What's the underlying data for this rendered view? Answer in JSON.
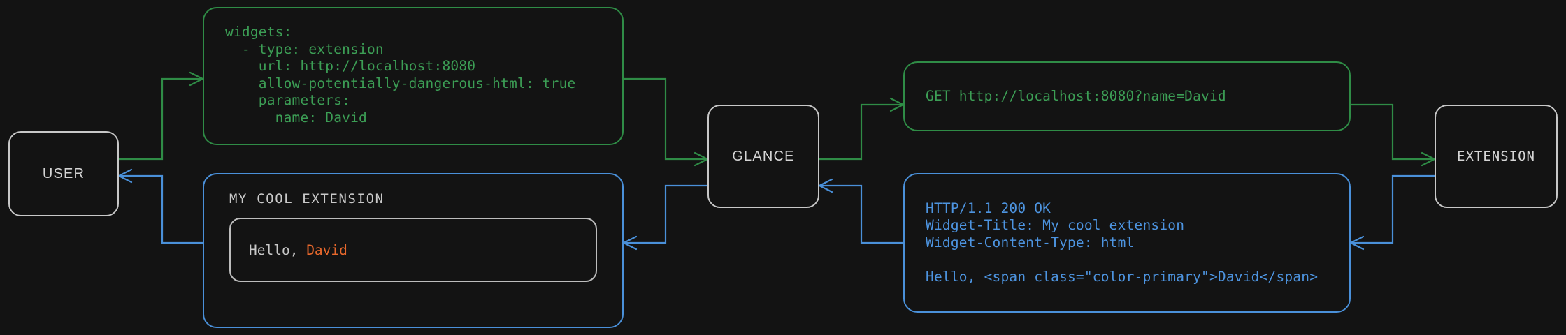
{
  "diagram": {
    "title": "Glance extension widget request/response flow",
    "background": "#131313",
    "colors": {
      "request_green": "#2f8c46",
      "response_blue": "#4a90d9",
      "node_border": "#c8c8c8",
      "accent_orange": "#e8682c",
      "code_green": "#3c9e55",
      "code_blue": "#4d94e0",
      "body_text": "#c9c9c9"
    }
  },
  "nodes": {
    "user": {
      "label": "USER"
    },
    "glance": {
      "label": "GLANCE"
    },
    "extension": {
      "label": "EXTENSION"
    }
  },
  "messages": {
    "config_yaml": {
      "color": "#3c9e55",
      "text": "widgets:\n  - type: extension\n    url: http://localhost:8080\n    allow-potentially-dangerous-html: true\n    parameters:\n      name: David"
    },
    "http_request": {
      "color": "#3c9e55",
      "text": "GET http://localhost:8080?name=David"
    },
    "http_response": {
      "color": "#4d94e0",
      "text": "HTTP/1.1 200 OK\nWidget-Title: My cool extension\nWidget-Content-Type: html\n\nHello, <span class=\"color-primary\">David</span>"
    },
    "rendered_widget": {
      "border_color": "#4a90d9",
      "title": "MY COOL EXTENSION",
      "body_prefix": "Hello, ",
      "body_accent": "David"
    }
  },
  "flows": [
    {
      "name": "user-to-config",
      "color": "#2f8c46",
      "direction": "right"
    },
    {
      "name": "config-to-glance",
      "color": "#2f8c46",
      "direction": "right"
    },
    {
      "name": "glance-to-request",
      "color": "#2f8c46",
      "direction": "right"
    },
    {
      "name": "request-to-extension",
      "color": "#2f8c46",
      "direction": "right"
    },
    {
      "name": "extension-to-response",
      "color": "#4a90d9",
      "direction": "left"
    },
    {
      "name": "response-to-glance",
      "color": "#4a90d9",
      "direction": "left"
    },
    {
      "name": "glance-to-widget",
      "color": "#4a90d9",
      "direction": "left"
    },
    {
      "name": "widget-to-user",
      "color": "#4a90d9",
      "direction": "left"
    }
  ]
}
